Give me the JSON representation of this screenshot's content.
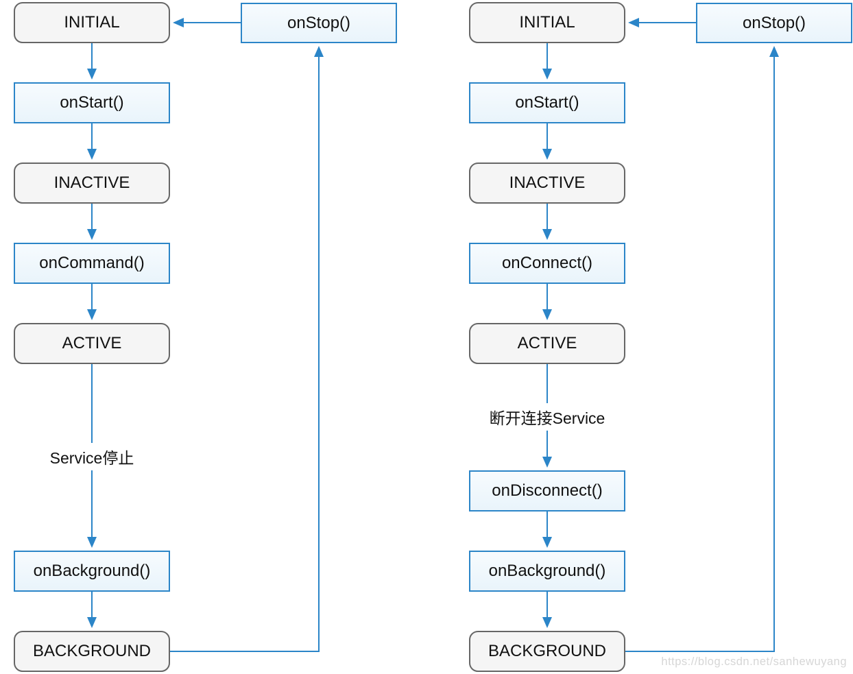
{
  "watermark": "https://blog.csdn.net/sanhewuyang",
  "colors": {
    "arrow_blue": "#2b85c8",
    "callback_box_border": "#2b85c8",
    "callback_box_fill": "#edf6fc",
    "state_box_border": "#666666",
    "state_box_fill": "#f5f5f5",
    "text": "#111111",
    "watermark_gray": "#d6d6d6"
  },
  "left_diagram": {
    "initial": "INITIAL",
    "on_start": "onStart()",
    "inactive": "INACTIVE",
    "on_command": "onCommand()",
    "active": "ACTIVE",
    "transition_label": "Service停止",
    "on_background": "onBackground()",
    "background": "BACKGROUND",
    "on_stop": "onStop()"
  },
  "right_diagram": {
    "initial": "INITIAL",
    "on_start": "onStart()",
    "inactive": "INACTIVE",
    "on_connect": "onConnect()",
    "active": "ACTIVE",
    "transition_label": "断开连接Service",
    "on_disconnect": "onDisconnect()",
    "on_background": "onBackground()",
    "background": "BACKGROUND",
    "on_stop": "onStop()"
  }
}
